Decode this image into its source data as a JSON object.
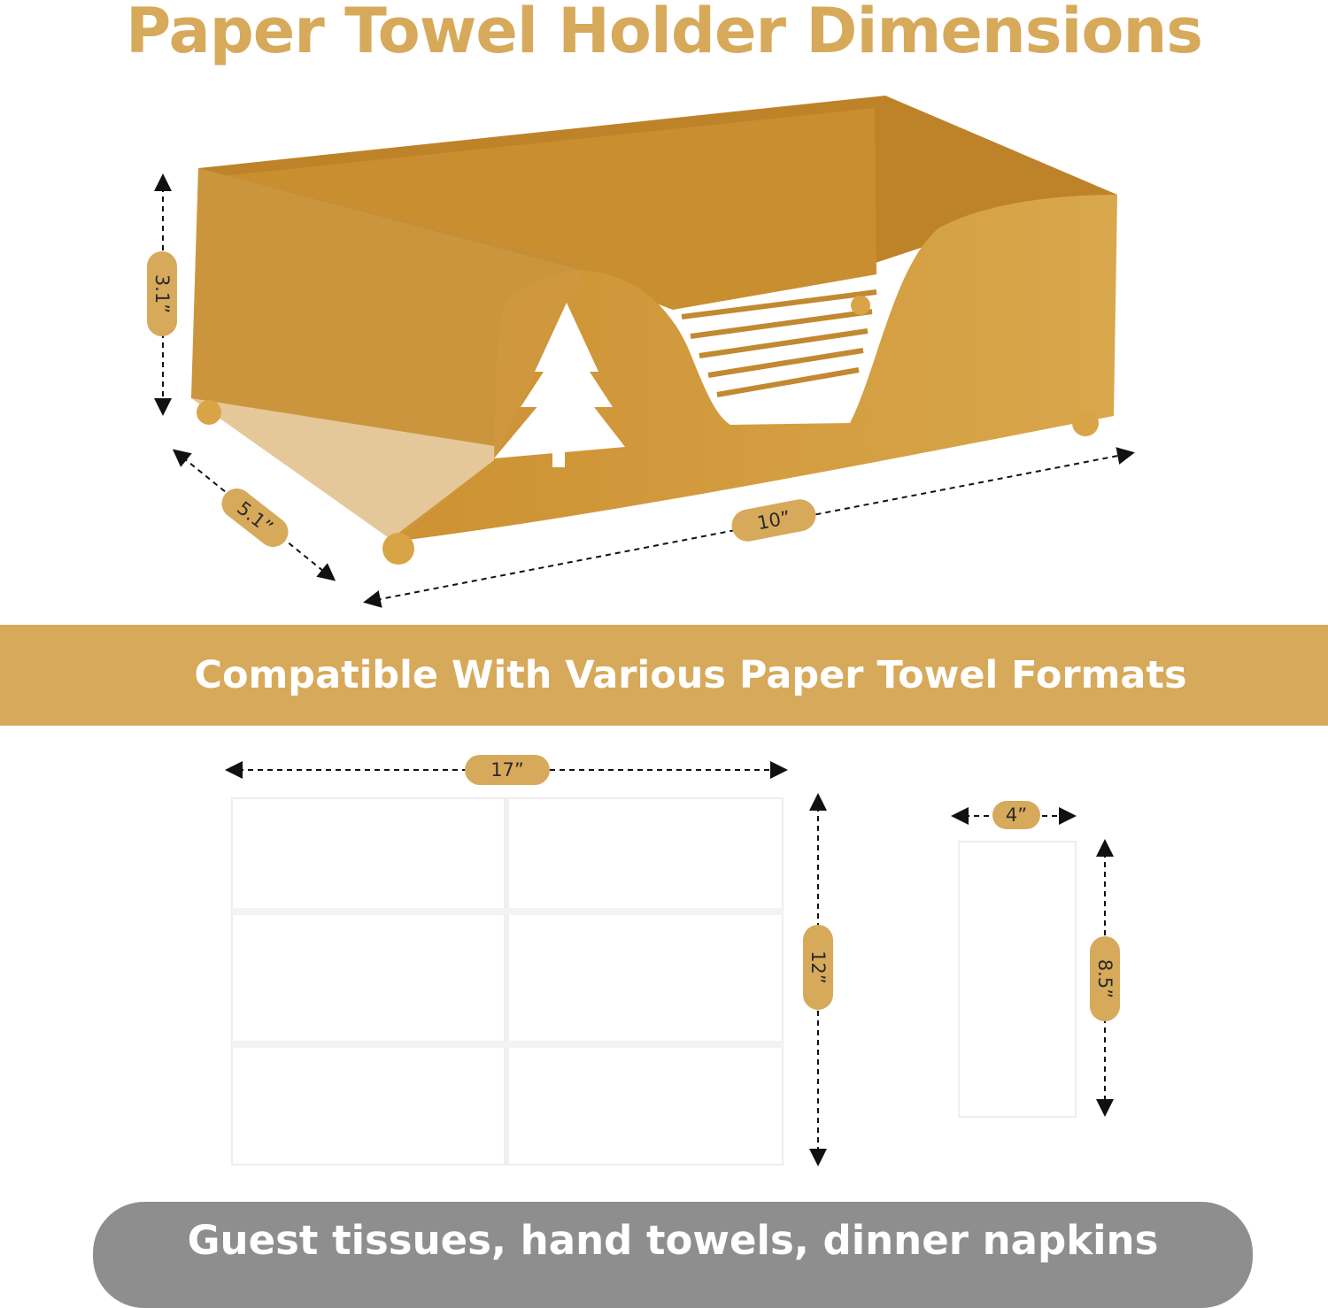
{
  "title": "Paper Towel Holder Dimensions",
  "band_text": "Compatible With Various Paper Towel Formats",
  "footer_text": "Guest tissues, hand towels, dinner napkins",
  "holder_dims": {
    "height": "3.1”",
    "depth": "5.1”",
    "length": "10”"
  },
  "towel_large": {
    "width": "17”",
    "height": "12”"
  },
  "towel_small": {
    "width": "4”",
    "height": "8.5”"
  },
  "colors": {
    "gold": "#D7A95A",
    "product": "#D69E3E",
    "gray": "#8E8E8E",
    "paper": "#FFFFFF"
  },
  "icons": {
    "tree": "christmas-tree-cutout-icon"
  }
}
